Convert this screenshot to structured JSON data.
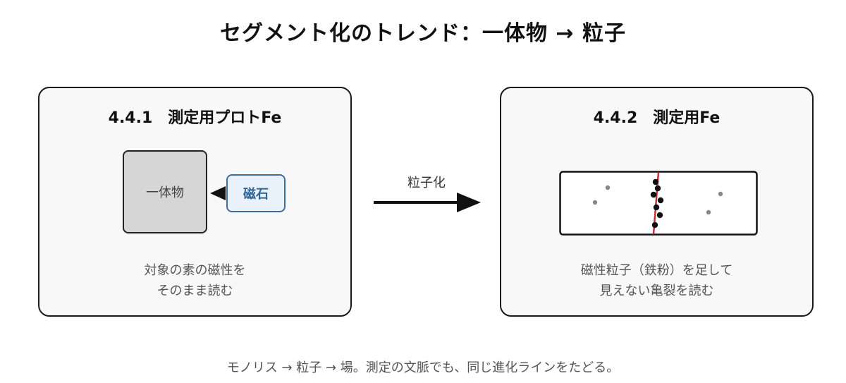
{
  "title": "セグメント化のトレンド：一体物 → 粒子",
  "left_panel": {
    "heading": "4.4.1　測定用プロトFe",
    "block_label": "一体物",
    "magnet_label": "磁石",
    "caption_lines": [
      "対象の素の磁性を",
      "そのまま読む"
    ]
  },
  "transition": {
    "label": "粒子化"
  },
  "right_panel": {
    "heading": "4.4.2　測定用Fe",
    "caption_lines": [
      "磁性粒子（鉄粉）を足して",
      "見えない亀裂を読む"
    ]
  },
  "footer": "モノリス → 粒子 → 場。測定の文脈でも、同じ進化ラインをたどる。",
  "colors": {
    "crack": "#c0333a",
    "magnet_border": "#3a6f9f",
    "magnet_fill": "#e9f1fa",
    "block_fill": "#d6d6d6",
    "panel_fill": "#f8f8f8"
  }
}
